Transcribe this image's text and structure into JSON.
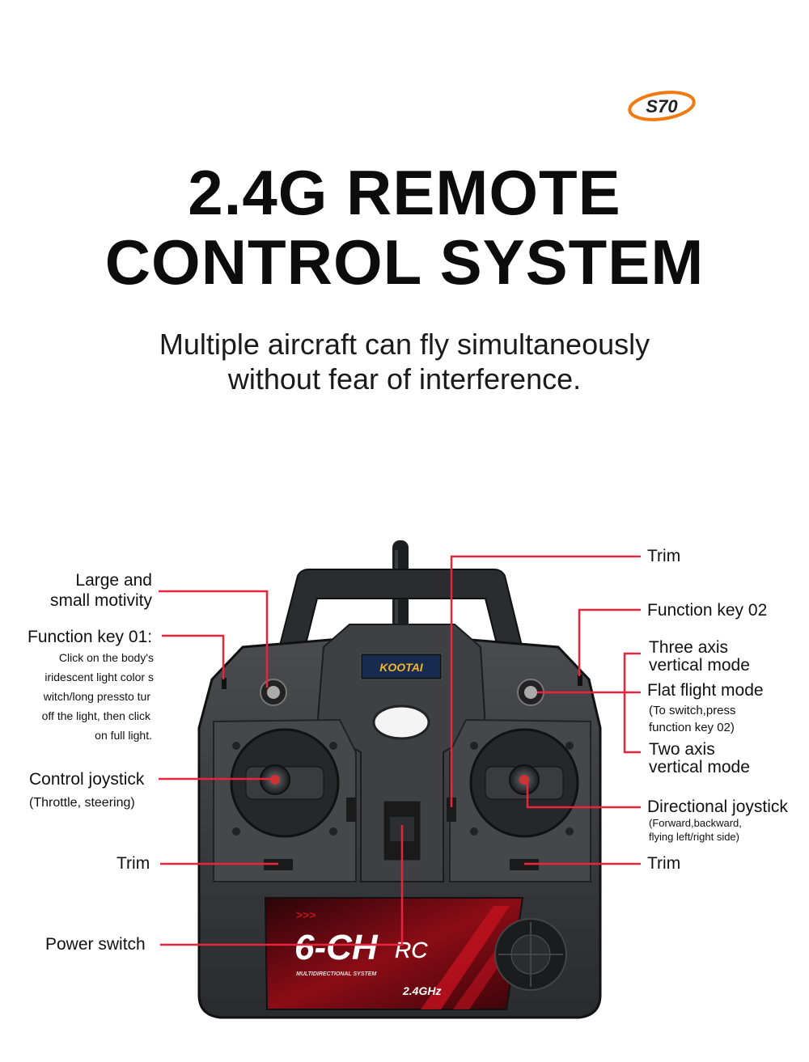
{
  "brand": {
    "badge_text": "S70"
  },
  "headline": {
    "line1": "2.4G REMOTE",
    "line2": "CONTROL SYSTEM"
  },
  "subheadline": {
    "line1": "Multiple aircraft can fly simultaneously",
    "line2": "without fear of interference."
  },
  "controller": {
    "screen_logo": "KOOTAI",
    "panel_title": "6-CH",
    "panel_suffix": "RC",
    "panel_caption": "MULTIDIRECTIONAL SYSTEM",
    "panel_frequency": "2.4GHz"
  },
  "callouts_left": {
    "motivity": {
      "line1": "Large and",
      "line2": "small motivity"
    },
    "function_key_01": {
      "title": "Function key 01:",
      "desc": [
        "Click on the body's",
        "iridescent light color s",
        "witch/long pressto tur",
        "off the light, then click",
        "on full light."
      ]
    },
    "control_joystick": {
      "title": "Control joystick",
      "desc": "(Throttle, steering)"
    },
    "trim": "Trim",
    "power_switch": "Power switch"
  },
  "callouts_right": {
    "trim_top": "Trim",
    "function_key_02": "Function key 02",
    "three_axis": {
      "line1": "Three axis",
      "line2": "vertical mode"
    },
    "flat_flight": {
      "title": "Flat flight mode",
      "desc1": "(To switch,press",
      "desc2": "function key 02)"
    },
    "two_axis": {
      "line1": "Two axis",
      "line2": "vertical mode"
    },
    "directional_joystick": {
      "title": "Directional joystick",
      "desc1": "(Forward,backward,",
      "desc2": "flying left/right side)"
    },
    "trim_bottom": "Trim"
  },
  "colors": {
    "callout_line": "#e8253a",
    "body": "#2b2b2b",
    "panel": "#3a3c40",
    "accent_red": "#b0121e",
    "brand_orange": "#f07a10"
  }
}
